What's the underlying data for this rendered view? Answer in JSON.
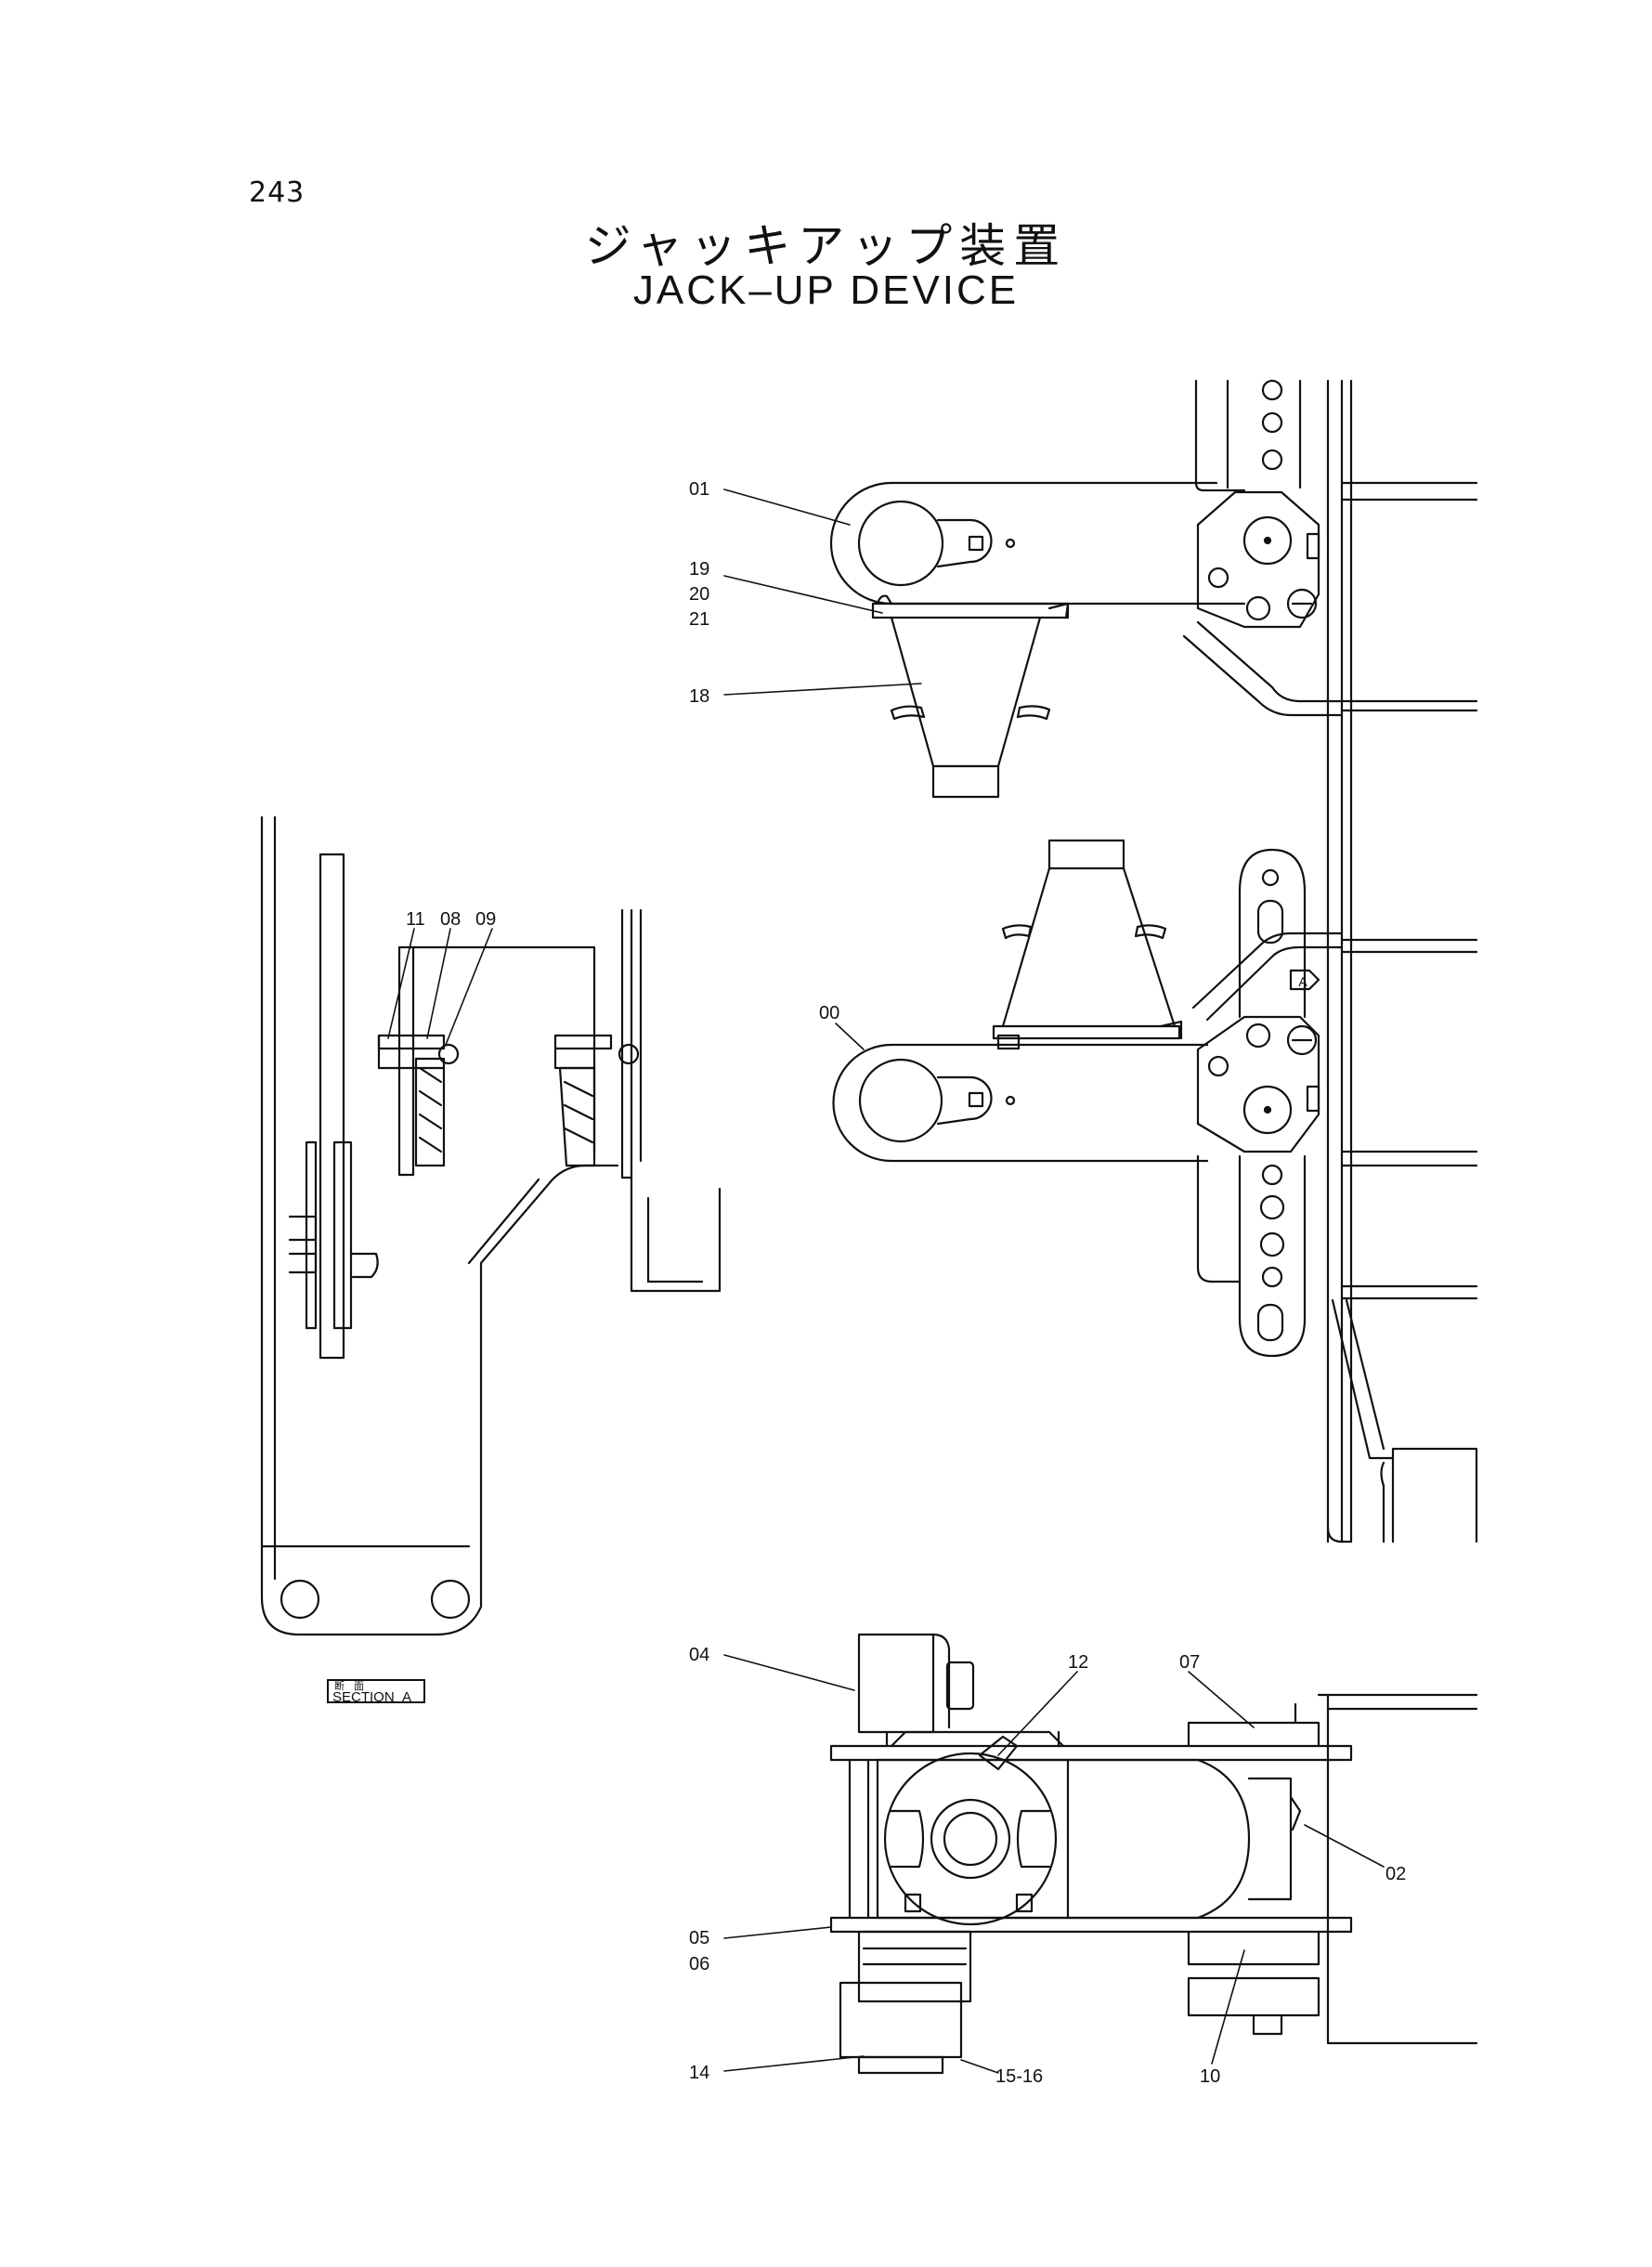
{
  "page": {
    "number": "243"
  },
  "title": {
    "japanese": "ジャッキアップ装置",
    "english": "JACK–UP DEVICE"
  },
  "callouts": {
    "c01": "01",
    "c19": "19",
    "c20": "20",
    "c21": "21",
    "c18": "18",
    "c11": "11",
    "c08": "08",
    "c09": "09",
    "c00": "00",
    "c04": "04",
    "c12": "12",
    "c07": "07",
    "c02": "02",
    "c05": "05",
    "c06": "06",
    "c14": "14",
    "c1516": "15-16",
    "c10": "10"
  },
  "section_label": {
    "kanji": "断面",
    "text": "SECTION",
    "letter": "A"
  },
  "view_marker": "A"
}
